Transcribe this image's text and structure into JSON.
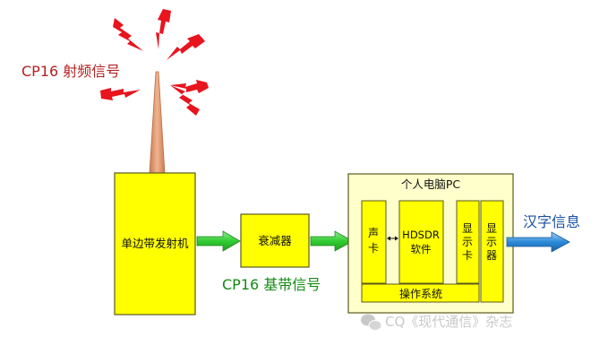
{
  "labels": {
    "rf_signal": "CP16 射频信号",
    "transmitter": "单边带发射机",
    "attenuator": "衰减器",
    "baseband_signal": "CP16 基带信号",
    "pc_title": "个人电脑PC",
    "sound_card": [
      "声",
      "卡"
    ],
    "hdsdr_line1": "HDSDR",
    "hdsdr_line2": "软件",
    "display_card": [
      "显",
      "示",
      "卡"
    ],
    "monitor": [
      "显",
      "示",
      "器"
    ],
    "os": "操作系统",
    "output": "汉字信息"
  },
  "watermark": "CQ《现代通信》杂志",
  "colors": {
    "box_fill": "#ffff00",
    "box_stroke": "#5a5a1e",
    "pc_fill": "#ffffcc",
    "green_arrow": "#33cc33",
    "blue_arrow": "#2b8ad8",
    "red_label": "#b22222",
    "green_label": "#138a13",
    "blue_label": "#1a4fa0",
    "antenna": "#d9936a",
    "lightning": "#e8141e"
  },
  "icons": [
    "lightning-bolt-icon",
    "antenna-icon",
    "wechat-icon"
  ]
}
